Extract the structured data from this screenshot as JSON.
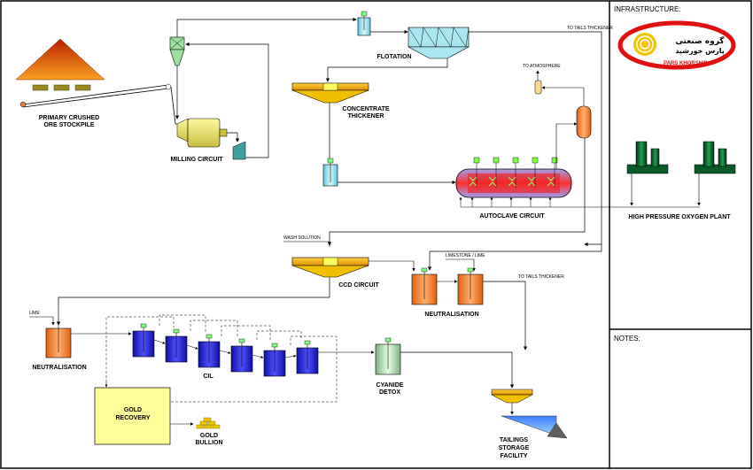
{
  "panels": {
    "infrastructure_title": "INFRASTRUCTURE:",
    "notes_title": "NOTES:"
  },
  "logo": {
    "line1": "گروه صنعتی",
    "line2": "پارس خورشید",
    "caption": "PARS KHORSHID",
    "ring_color": "#e01010",
    "sun_color": "#f5c400"
  },
  "labels": {
    "stockpile_1": "PRIMARY CRUSHED",
    "stockpile_2": "ORE STOCKPILE",
    "milling": "MILLING CIRCUIT",
    "flotation": "FLOTATION",
    "to_tails_thickener_1": "TO TAILS THICKENER",
    "concentrate_1": "CONCENTRATE",
    "concentrate_2": "THICKENER",
    "to_atmosphere": "TO ATMOSPHERE",
    "autoclave": "AUTOCLAVE CIRCUIT",
    "oxygen_plant": "HIGH PRESSURE OXYGEN PLANT",
    "wash_solution": "WASH SOLUTION",
    "ccd": "CCD CIRCUIT",
    "limestone_lime": "LIMESTONE / LIME",
    "to_tails_thickener_2": "TO TAILS THICKENER",
    "neutralisation_upper": "NEUTRALISATION",
    "lime": "LIME",
    "neutralisation_lower": "NEUTRALISATION",
    "cil": "CIL",
    "cyanide_1": "CYANIDE",
    "cyanide_2": "DETOX",
    "gold_recovery_1": "GOLD",
    "gold_recovery_2": "RECOVERY",
    "gold_bullion_1": "GOLD",
    "gold_bullion_2": "BULLION",
    "tailings_1": "TAILINGS",
    "tailings_2": "STORAGE",
    "tailings_3": "FACILITY"
  },
  "colors": {
    "tank_cyan": "#a9e6f0",
    "cil_tank": "#2020c8",
    "neutral_tank": "#f08030",
    "thickener": "#f0b000",
    "gold_recovery": "#ffff99",
    "autoclave_core": "#ee2020",
    "oxygen_plant": "#0a5a2a",
    "stockpile": "#e05010"
  }
}
